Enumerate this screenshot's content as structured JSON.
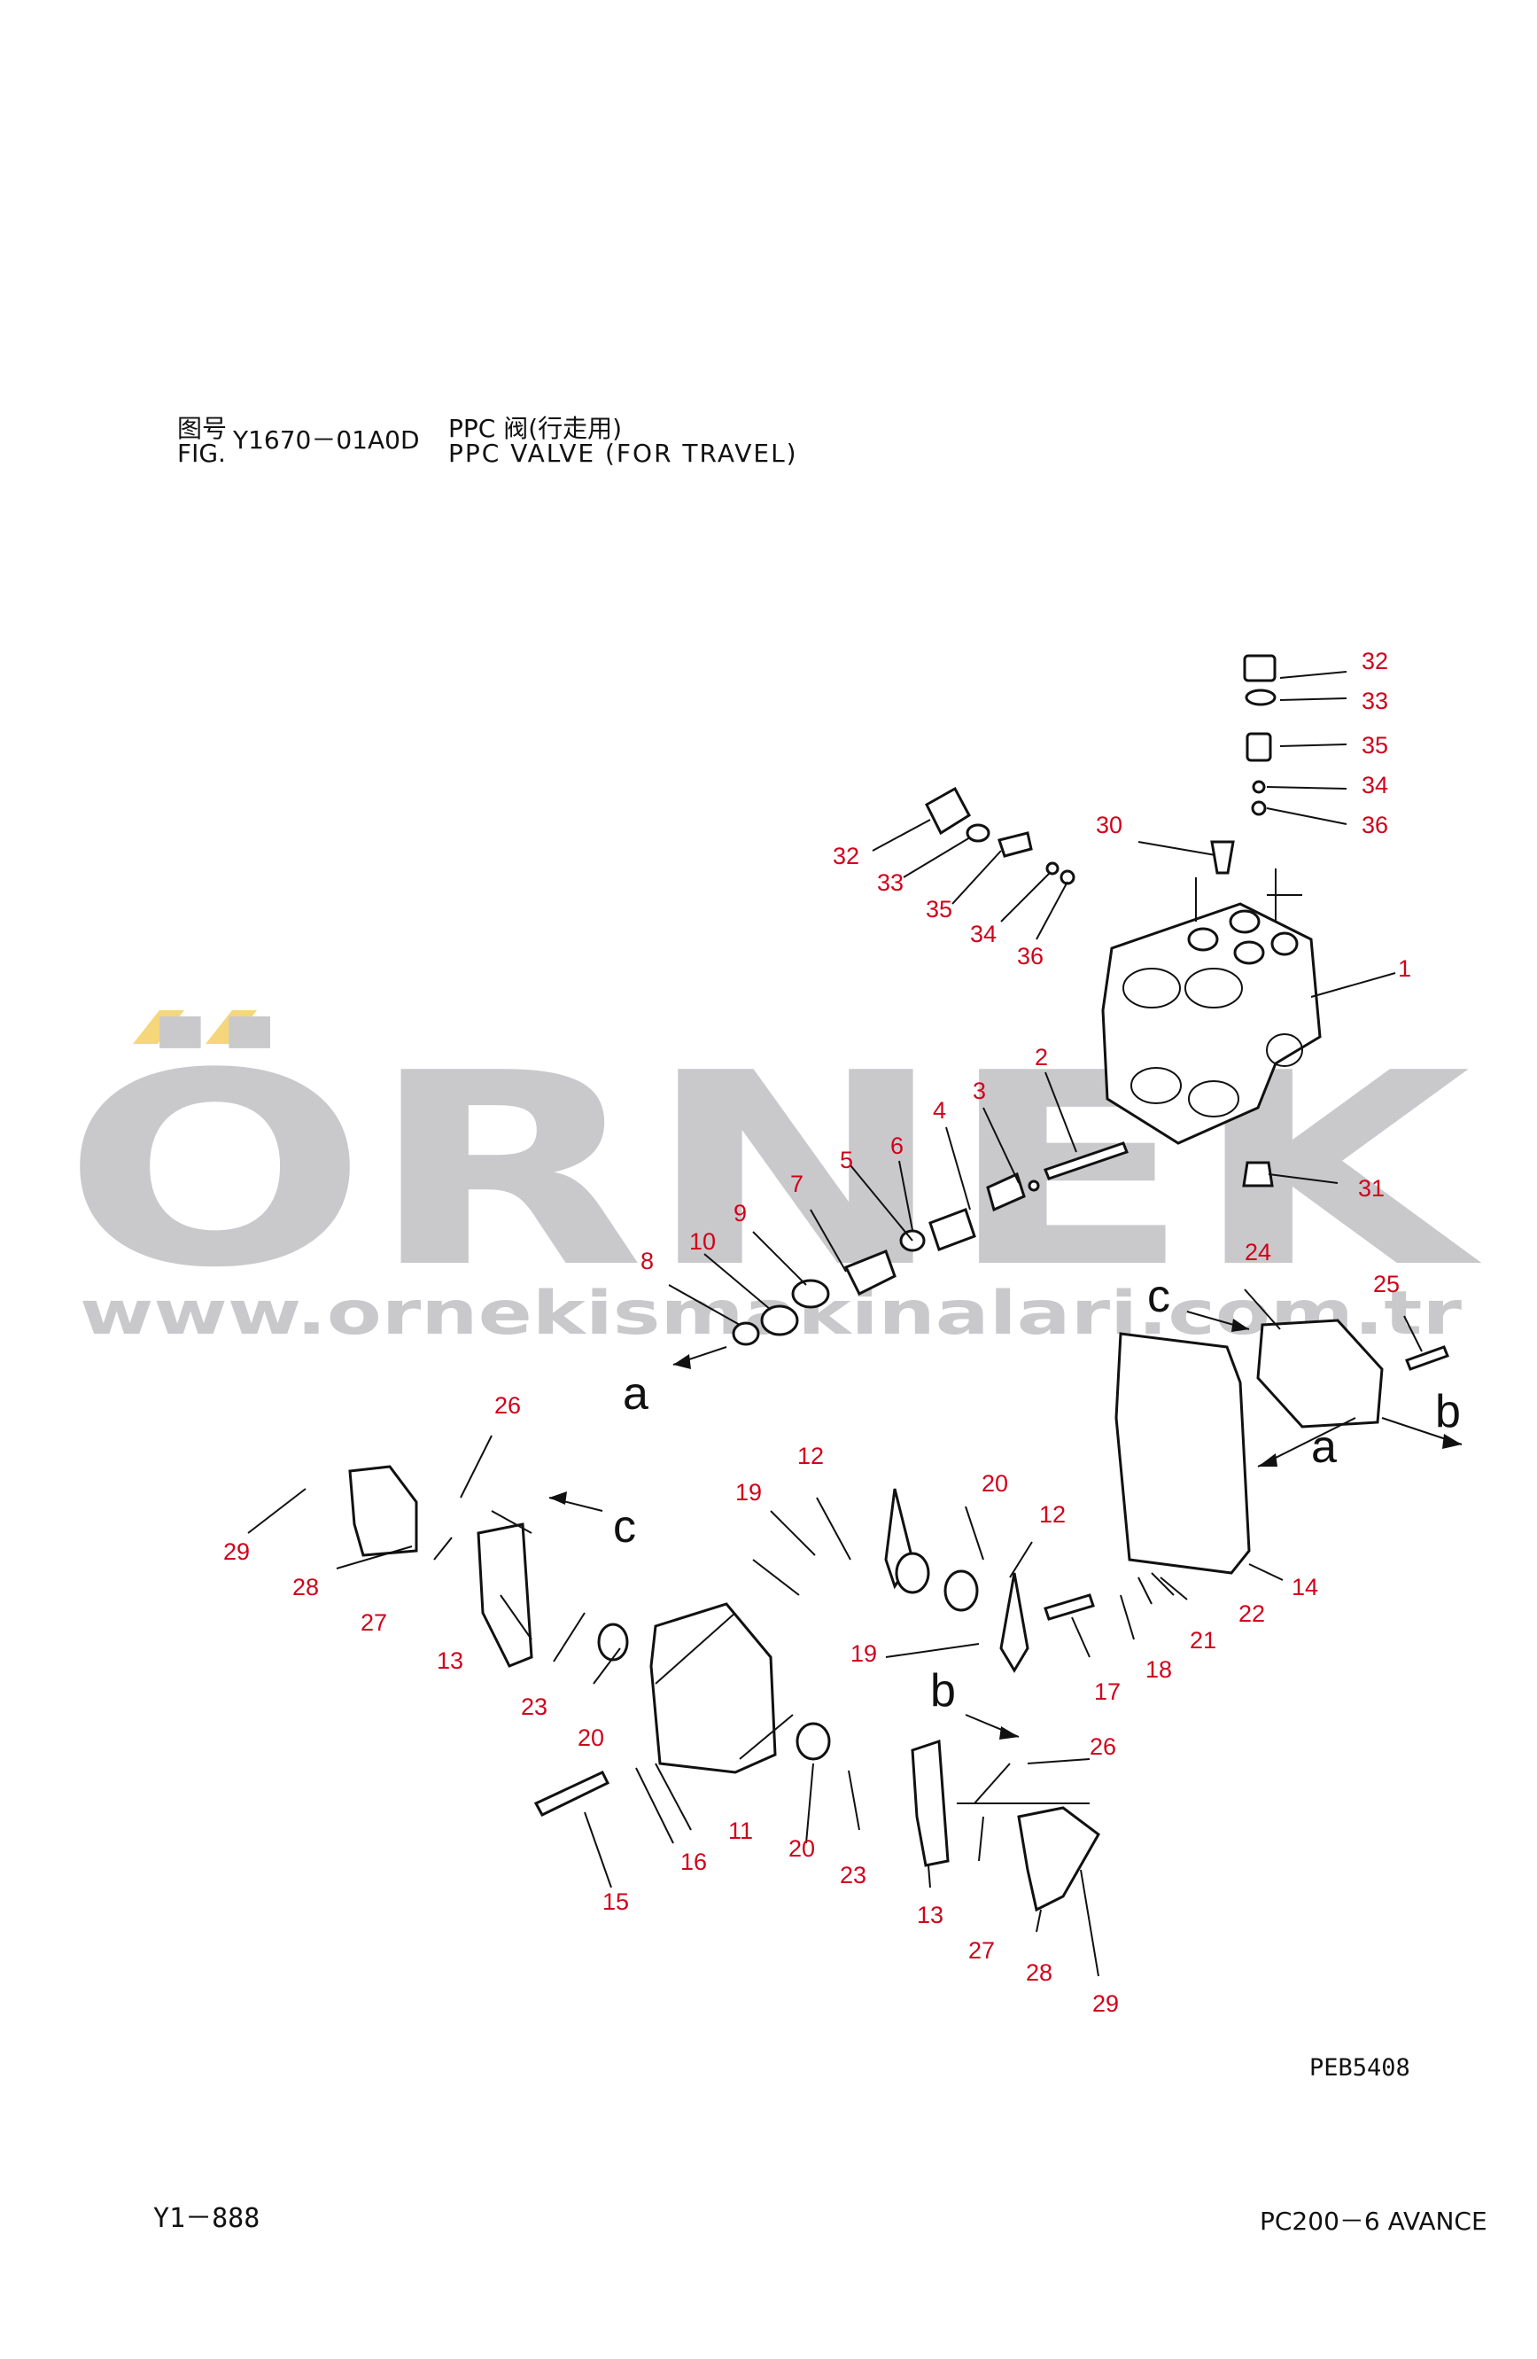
{
  "header": {
    "fig_label_cn": "图号",
    "fig_label_en": "FIG.",
    "fig_code": "Y1670－01A0D",
    "title_cn": "PPC 阀(行走用)",
    "title_en": "PPC VALVE (FOR TRAVEL)"
  },
  "watermark": {
    "brand": "ÖRNEK",
    "url": "www.ornekismakinalari.com.tr",
    "accent_color": "#f5d67a",
    "text_color": "#c9c9cc"
  },
  "colors": {
    "part_numbers": "#d0021b",
    "line_art": "#111111"
  },
  "callouts": [
    "1",
    "2",
    "3",
    "4",
    "5",
    "6",
    "7",
    "8",
    "9",
    "10",
    "11",
    "12",
    "12",
    "13",
    "13",
    "14",
    "15",
    "16",
    "17",
    "18",
    "19",
    "19",
    "20",
    "20",
    "20",
    "21",
    "22",
    "23",
    "23",
    "24",
    "25",
    "26",
    "26",
    "27",
    "27",
    "28",
    "28",
    "29",
    "29",
    "30",
    "31",
    "32",
    "32",
    "33",
    "33",
    "34",
    "34",
    "35",
    "35",
    "36",
    "36"
  ],
  "arrow_labels": [
    "a",
    "a",
    "b",
    "b",
    "c",
    "c",
    "c"
  ],
  "drawing_code": "PEB5408",
  "footer": {
    "page_code": "Y1－888",
    "model": "PC200－6 AVANCE"
  }
}
